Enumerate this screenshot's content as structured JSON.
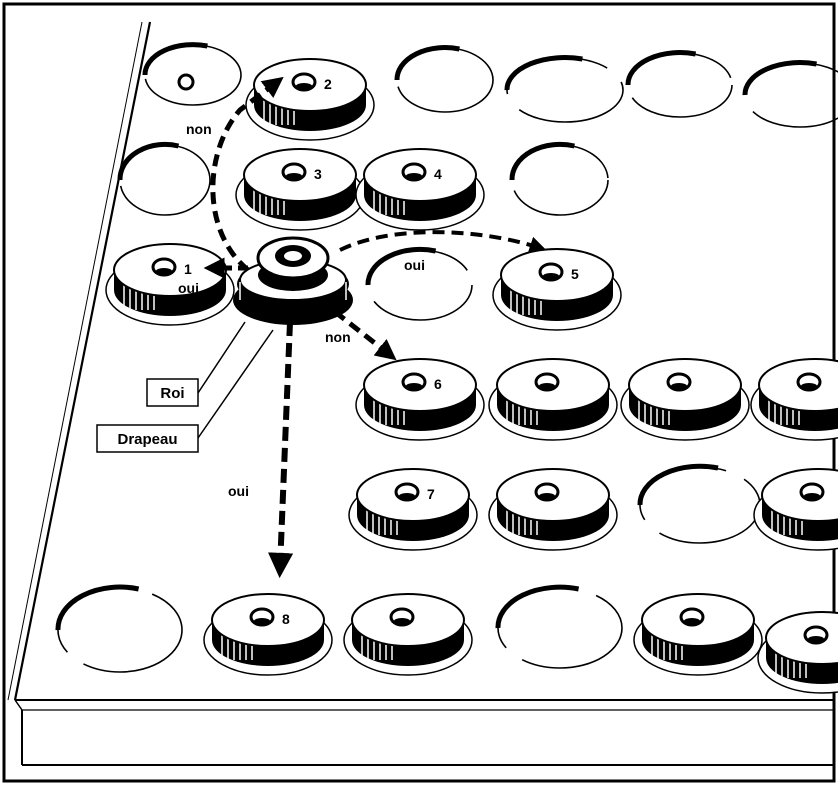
{
  "labels": {
    "roi": "Roi",
    "drapeau": "Drapeau",
    "oui_left": "oui",
    "oui_right": "oui",
    "oui_down": "oui",
    "non_up": "non",
    "non_diag": "non"
  },
  "peg_numbers": {
    "p1": "1",
    "p2": "2",
    "p3": "3",
    "p4": "4",
    "p5": "5",
    "p6": "6",
    "p7": "7",
    "p8": "8"
  },
  "colors": {
    "ink": "#000000",
    "paper": "#ffffff"
  }
}
